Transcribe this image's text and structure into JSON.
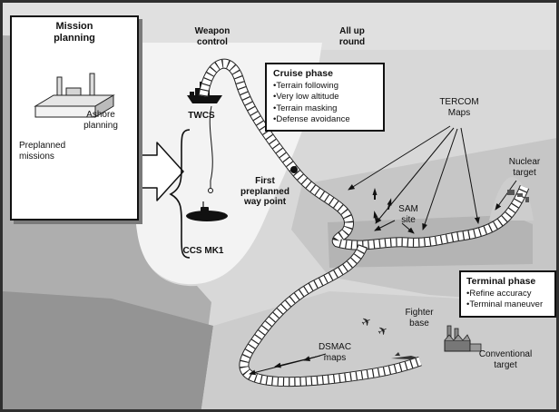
{
  "labels": {
    "mission_planning_title": "Mission planning",
    "ashore_planning": "Ashore planning",
    "preplanned_missions": "Preplanned missions",
    "weapon_control": "Weapon control",
    "all_up_round": "All up round",
    "twcs": "TWCS",
    "ccs_mk1": "CCS MK1",
    "first_waypoint": "First preplanned way point",
    "tercom_maps": "TERCOM Maps",
    "sam_site": "SAM site",
    "nuclear_target": "Nuclear target",
    "fighter_base": "Fighter base",
    "dsmac_maps": "DSMAC maps",
    "conventional_target": "Conventional target"
  },
  "cruise_phase": {
    "title": "Cruise phase",
    "items": [
      "Terrain following",
      "Very low altitude",
      "Terrain masking",
      "Defense avoidance"
    ]
  },
  "terminal_phase": {
    "title": "Terminal phase",
    "items": [
      "Refine accuracy",
      "Terminal maneuver"
    ]
  },
  "icons": {
    "plane_glyph": "✈"
  },
  "colors": {
    "ink": "#111111",
    "sea": "#f3f3f3",
    "land_mid": "#aeaeae",
    "land_dark": "#949494",
    "box_bg": "#ffffff"
  }
}
